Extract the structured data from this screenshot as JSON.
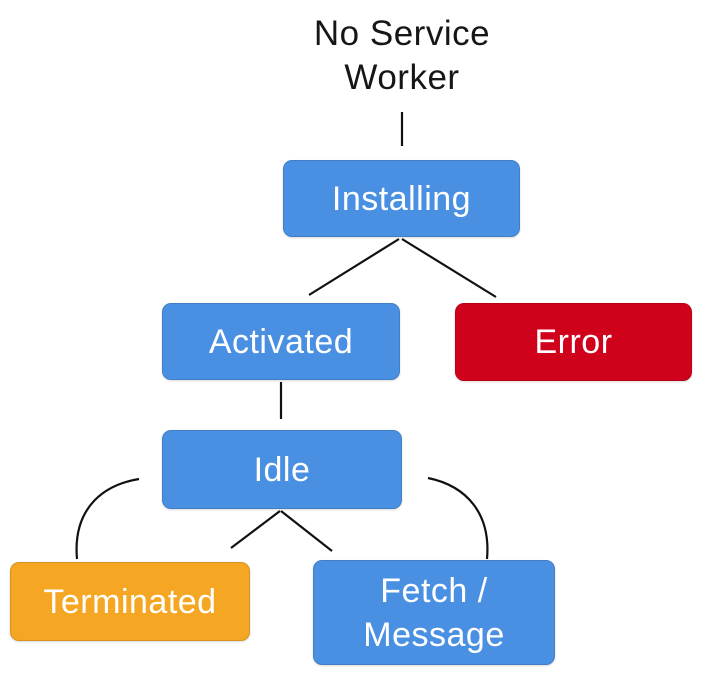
{
  "diagram": {
    "start_state": {
      "label": "No Service Worker"
    },
    "nodes": [
      {
        "id": "installing",
        "label": "Installing",
        "color": "#4A90E2",
        "text_color": "#FFFFFF"
      },
      {
        "id": "activated",
        "label": "Activated",
        "color": "#4A90E2",
        "text_color": "#FFFFFF"
      },
      {
        "id": "error",
        "label": "Error",
        "color": "#D0021B",
        "text_color": "#FFFFFF"
      },
      {
        "id": "idle",
        "label": "Idle",
        "color": "#4A90E2",
        "text_color": "#FFFFFF"
      },
      {
        "id": "terminated",
        "label": "Terminated",
        "color": "#F5A623",
        "text_color": "#FFFFFF"
      },
      {
        "id": "fetch_message",
        "label": "Fetch / Message",
        "color": "#4A90E2",
        "text_color": "#FFFFFF"
      }
    ],
    "edges": [
      {
        "from": "no_service_worker",
        "to": "installing"
      },
      {
        "from": "installing",
        "to": "activated"
      },
      {
        "from": "installing",
        "to": "error"
      },
      {
        "from": "activated",
        "to": "idle"
      },
      {
        "from": "idle",
        "to": "terminated"
      },
      {
        "from": "idle",
        "to": "fetch_message"
      },
      {
        "from": "terminated",
        "to": "idle"
      },
      {
        "from": "fetch_message",
        "to": "idle"
      }
    ],
    "colors": {
      "blue": "#4A90E2",
      "red": "#D0021B",
      "orange": "#F5A623",
      "arrow": "#111111",
      "start_text": "#161616",
      "background": "#FFFFFF"
    }
  }
}
